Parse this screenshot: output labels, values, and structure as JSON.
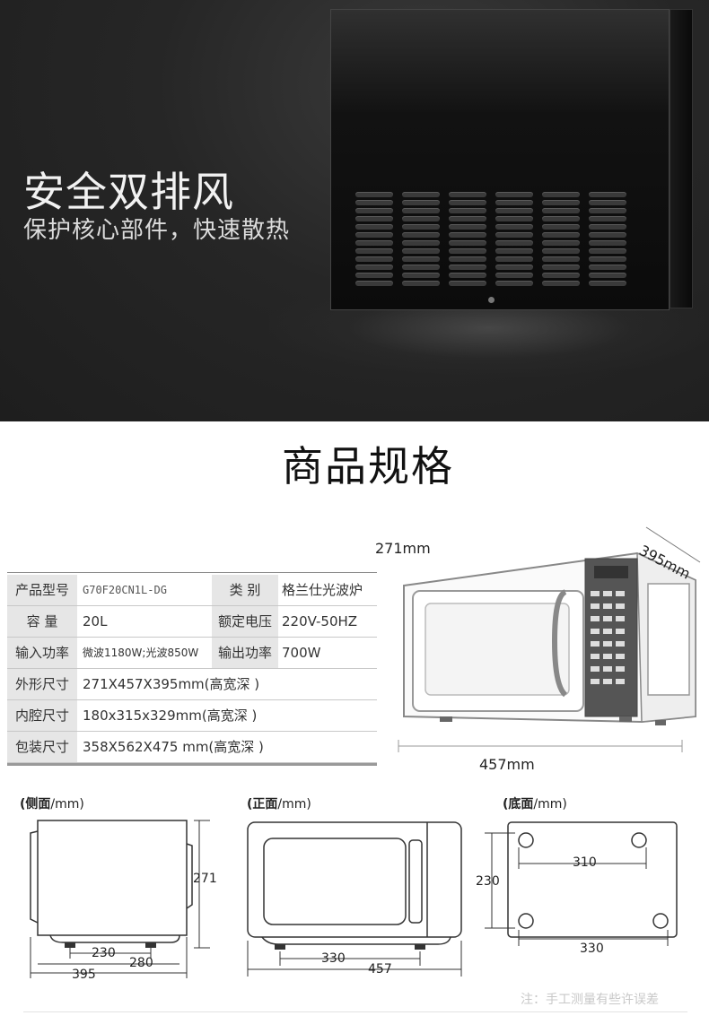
{
  "hero": {
    "title": "安全双排风",
    "subtitle": "保护核心部件，快速散热"
  },
  "spec": {
    "heading": "商品规格",
    "rows": [
      {
        "l1": "产品型号",
        "v1": "G70F20CN1L-DG",
        "l2": "类  别",
        "v2": "格兰仕光波炉"
      },
      {
        "l1": "容  量",
        "v1": "20L",
        "l2": "额定电压",
        "v2": "220V-50HZ"
      },
      {
        "l1": "输入功率",
        "v1": "微波1180W;光波850W",
        "l2": "输出功率",
        "v2": "700W"
      },
      {
        "l1": "外形尺寸",
        "v1": "271X457X395mm(高宽深 )"
      },
      {
        "l1": "内腔尺寸",
        "v1": "180x315x329mm(高宽深 )"
      },
      {
        "l1": "包装尺寸",
        "v1": "358X562X475 mm(高宽深 )"
      }
    ]
  },
  "product_dims": {
    "height": "271mm",
    "depth": "395mm",
    "width": "457mm"
  },
  "views": {
    "side": {
      "label": "(侧面",
      "unit": "/mm)",
      "height": "271",
      "inner": "230",
      "mid": "280",
      "overall": "395"
    },
    "front": {
      "label": "(正面",
      "unit": "/mm)",
      "inner": "330",
      "overall": "457"
    },
    "bottom": {
      "label": "(底面",
      "unit": "/mm)",
      "top": "310",
      "side": "230",
      "overall": "330"
    }
  },
  "note": "注：手工测量有些许误差"
}
